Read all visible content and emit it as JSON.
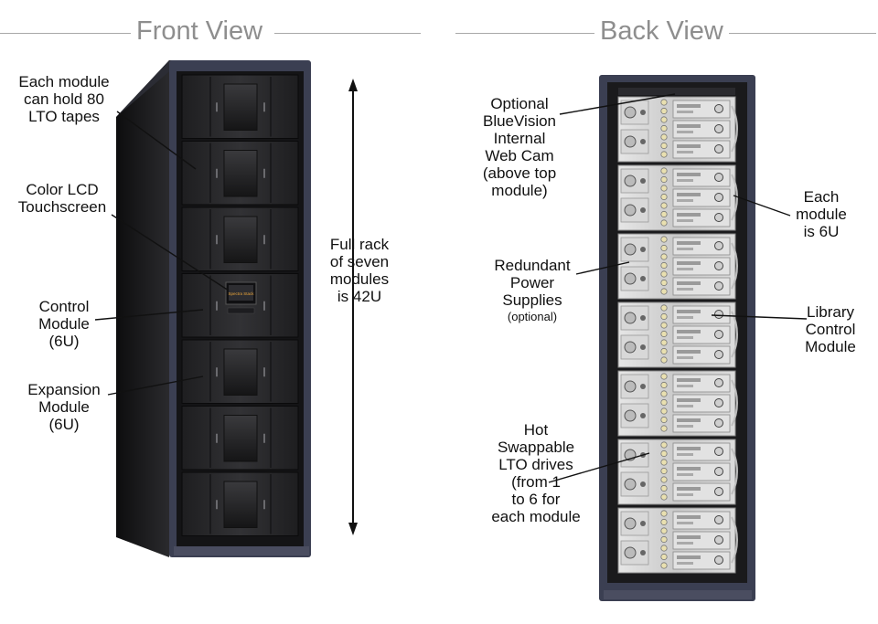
{
  "front": {
    "title": "Front View",
    "labels": {
      "module_capacity": "Each module\ncan hold 80\nLTO tapes",
      "lcd": "Color LCD\nTouchscreen",
      "control_module": "Control\nModule\n(6U)",
      "expansion_module": "Expansion\nModule\n(6U)",
      "full_rack": "Full rack\nof seven\nmodules\nis 42U"
    },
    "screen_logo": "Spectra Stack"
  },
  "back": {
    "title": "Back View",
    "labels": {
      "webcam": "Optional\nBlueVision\nInternal\nWeb Cam\n(above top\nmodule)",
      "power": "Redundant\nPower\nSupplies",
      "power_note": "(optional)",
      "drives": "Hot\nSwappable\nLTO drives\n(from 1\nto 6 for\neach module",
      "module_size": "Each\nmodule\nis 6U",
      "library_control": "Library\nControl\nModule"
    }
  },
  "colors": {
    "title_gray": "#8e8e8e",
    "rack_frame": "#3b3f52",
    "rack_side": "#1b1b1d",
    "door": "#2a2a2c",
    "back_panel": "#cfcfcf"
  }
}
